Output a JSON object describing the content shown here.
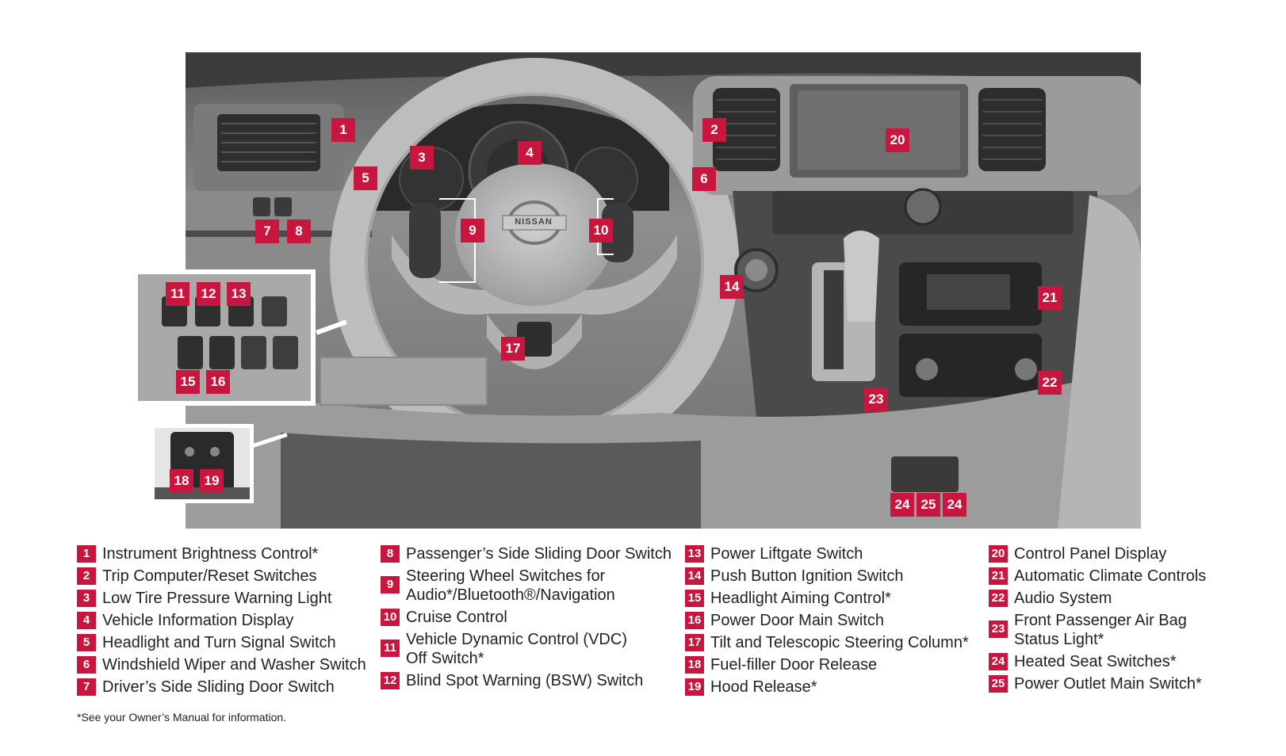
{
  "badges": [
    "1",
    "2",
    "3",
    "4",
    "5",
    "6",
    "7",
    "8",
    "9",
    "10",
    "11",
    "12",
    "13",
    "14",
    "15",
    "16",
    "17",
    "18",
    "19",
    "20",
    "21",
    "22",
    "23",
    "24",
    "25",
    "24"
  ],
  "brand_logo_text": "NISSAN",
  "legend": [
    {
      "num": "1",
      "text": "Instrument Brightness Control*"
    },
    {
      "num": "2",
      "text": "Trip Computer/Reset Switches"
    },
    {
      "num": "3",
      "text": "Low Tire Pressure Warning Light"
    },
    {
      "num": "4",
      "text": "Vehicle Information Display"
    },
    {
      "num": "5",
      "text": "Headlight and Turn Signal Switch"
    },
    {
      "num": "6",
      "text": "Windshield Wiper and Washer Switch"
    },
    {
      "num": "7",
      "text": "Driver’s Side Sliding Door Switch"
    },
    {
      "num": "8",
      "text": "Passenger’s Side Sliding Door Switch"
    },
    {
      "num": "9",
      "text": "Steering Wheel Switches for Audio*/Bluetooth®/Navigation"
    },
    {
      "num": "10",
      "text": "Cruise Control"
    },
    {
      "num": "11",
      "text": "Vehicle Dynamic Control (VDC) Off Switch*"
    },
    {
      "num": "12",
      "text": "Blind Spot Warning (BSW) Switch"
    },
    {
      "num": "13",
      "text": "Power Liftgate Switch"
    },
    {
      "num": "14",
      "text": "Push Button Ignition Switch"
    },
    {
      "num": "15",
      "text": "Headlight Aiming Control*"
    },
    {
      "num": "16",
      "text": "Power Door Main Switch"
    },
    {
      "num": "17",
      "text": "Tilt and Telescopic Steering Column*"
    },
    {
      "num": "18",
      "text": "Fuel-filler Door Release"
    },
    {
      "num": "19",
      "text": "Hood Release*"
    },
    {
      "num": "20",
      "text": "Control Panel Display"
    },
    {
      "num": "21",
      "text": "Automatic Climate Controls"
    },
    {
      "num": "22",
      "text": "Audio System"
    },
    {
      "num": "23",
      "text": "Front Passenger Air Bag Status Light*"
    },
    {
      "num": "24",
      "text": "Heated Seat Switches*"
    },
    {
      "num": "25",
      "text": "Power Outlet Main Switch*"
    }
  ],
  "footnote": "*See your Owner’s Manual for information.",
  "colors": {
    "accent": "#c8163e",
    "photo_bg": "#8f8f8f"
  }
}
